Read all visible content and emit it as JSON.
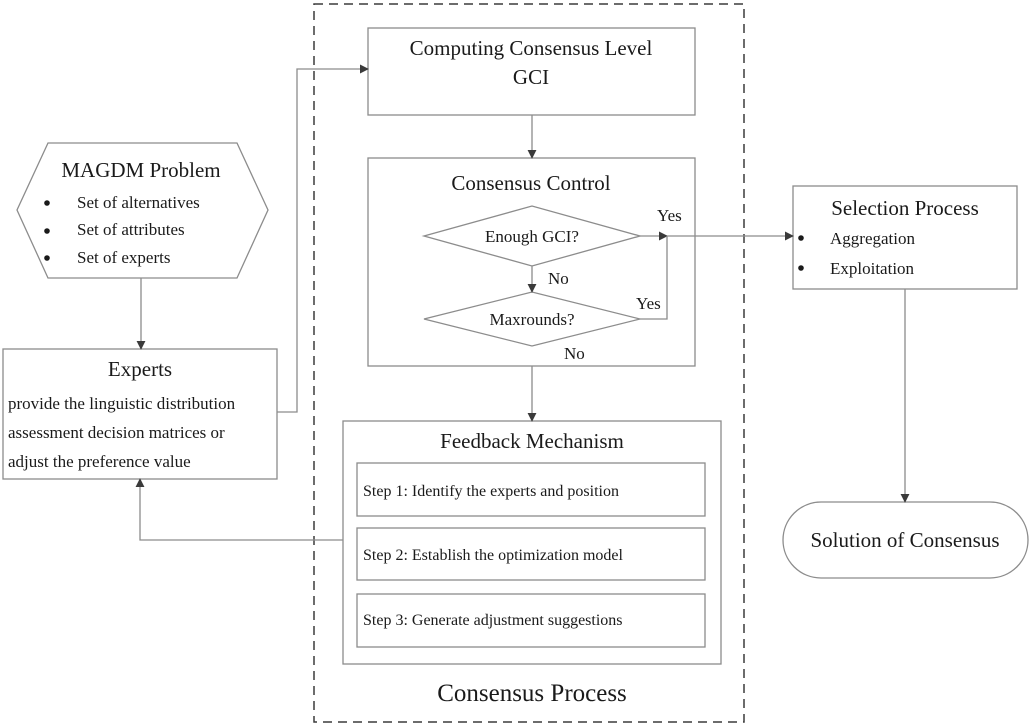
{
  "diagram": {
    "computing": {
      "line1": "Computing Consensus  Level",
      "line2": "GCI"
    },
    "consensus_control": {
      "title": "Consensus Control",
      "enough_gci": "Enough GCI?",
      "maxrounds": "Maxrounds?"
    },
    "edge_labels": {
      "yes_enough": "Yes",
      "no_enough": "No",
      "yes_max": "Yes",
      "no_max": "No"
    },
    "magdm": {
      "title": "MAGDM Problem",
      "items": [
        "Set of alternatives",
        "Set of attributes",
        "Set of experts"
      ]
    },
    "experts": {
      "title": "Experts",
      "lines": [
        "provide the linguistic distribution",
        "assessment decision matrices or",
        "adjust the preference value"
      ]
    },
    "selection": {
      "title": "Selection Process",
      "items": [
        "Aggregation",
        "Exploitation"
      ]
    },
    "feedback": {
      "title": "Feedback Mechanism",
      "steps": [
        "Step 1: Identify the experts and position",
        "Step 2: Establish the optimization model",
        "Step 3: Generate adjustment suggestions"
      ]
    },
    "solution": {
      "label": "Solution of Consensus"
    },
    "consensus_process": {
      "label": "Consensus Process"
    }
  },
  "colors": {
    "stroke": "#8c8c8c",
    "dash": "#3c3c3c",
    "text": "#1a1a1a",
    "arrowhead": "#3a3a3a"
  }
}
